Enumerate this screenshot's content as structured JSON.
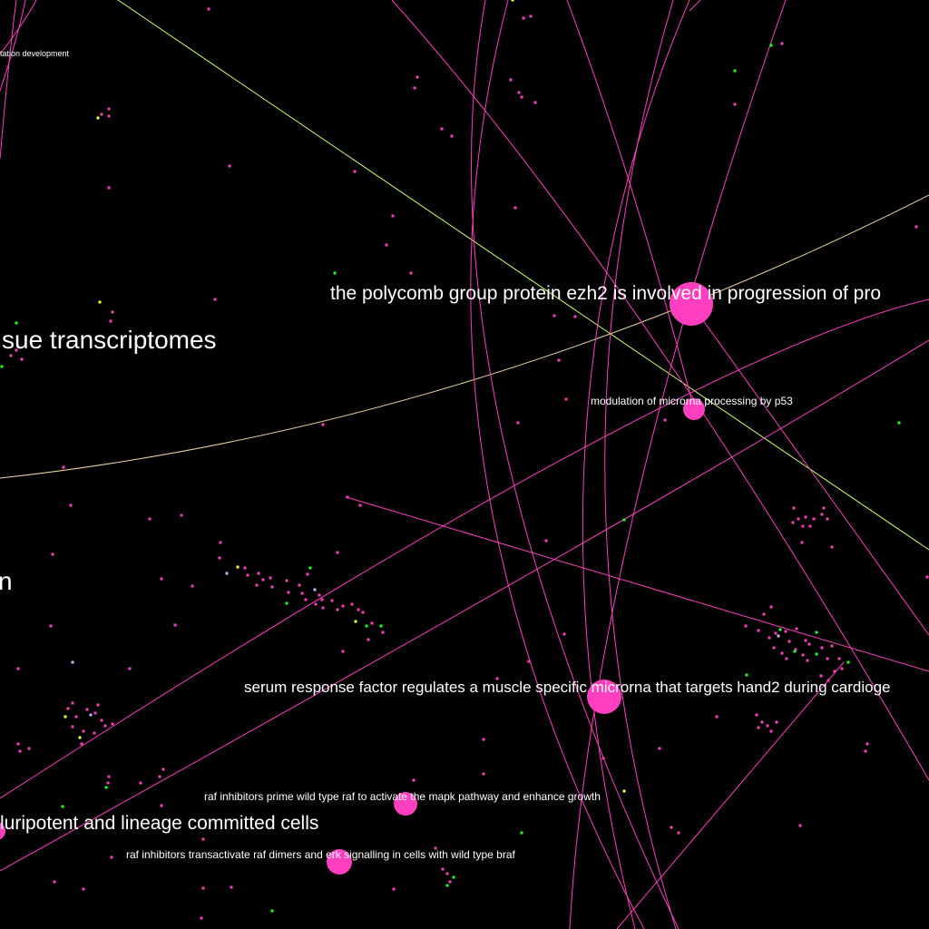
{
  "colors": {
    "background": "#000000",
    "edge": "#ff3fbf",
    "edge_alt": "#c8ff6a",
    "node": "#ff3fbf",
    "node_alt_green": "#22ff22",
    "node_alt_yellow": "#ffff33",
    "node_alt_lavender": "#c8b4ff",
    "label": "#ffffff"
  },
  "labels": {
    "lbl_fragment_development": "tation development",
    "lbl_tissue_transcriptomes": "sue transcriptomes",
    "lbl_ezh2": "the polycomb group protein ezh2 is involved in progression of pro",
    "lbl_p53": "modulation of microrna processing by p53",
    "lbl_fragment_n": "n",
    "lbl_srf": "serum response factor regulates a muscle specific microrna that targets hand2 during cardioge",
    "lbl_raf_prime": "raf inhibitors prime wild type raf to activate the mapk pathway and enhance growth",
    "lbl_pluripotent": "luripotent and lineage committed cells",
    "lbl_raf_transactivate": "raf inhibitors transactivate raf dimers and erk signalling in cells with wild type braf"
  }
}
